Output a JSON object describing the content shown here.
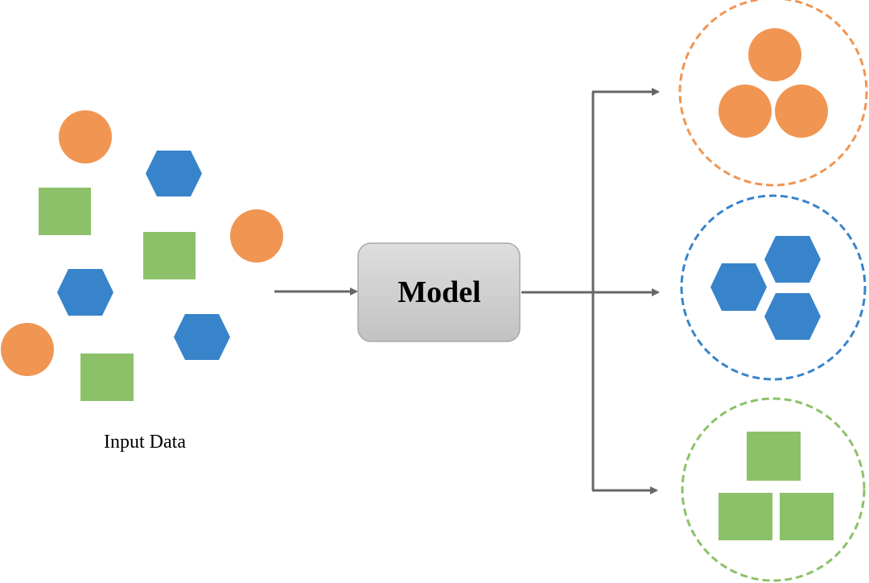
{
  "title": "Clustering model diagram",
  "colors": {
    "orange": "#F09552",
    "blue": "#3884CB",
    "green": "#8CC169",
    "arrow": "#666666",
    "model_fill_top": "#dedede",
    "model_fill_bottom": "#c2c2c2",
    "model_border": "#a8a8a8",
    "text": "#000000"
  },
  "input": {
    "label": "Input Data",
    "items": [
      {
        "shape": "circle",
        "color": "orange"
      },
      {
        "shape": "hexagon",
        "color": "blue"
      },
      {
        "shape": "square",
        "color": "green"
      },
      {
        "shape": "circle",
        "color": "orange"
      },
      {
        "shape": "square",
        "color": "green"
      },
      {
        "shape": "hexagon",
        "color": "blue"
      },
      {
        "shape": "circle",
        "color": "orange"
      },
      {
        "shape": "hexagon",
        "color": "blue"
      },
      {
        "shape": "square",
        "color": "green"
      }
    ]
  },
  "model": {
    "label": "Model"
  },
  "clusters": [
    {
      "name": "orange-circles",
      "shape": "circle",
      "color": "orange",
      "count": 3
    },
    {
      "name": "blue-hexagons",
      "shape": "hexagon",
      "color": "blue",
      "count": 3
    },
    {
      "name": "green-squares",
      "shape": "square",
      "color": "green",
      "count": 3
    }
  ]
}
